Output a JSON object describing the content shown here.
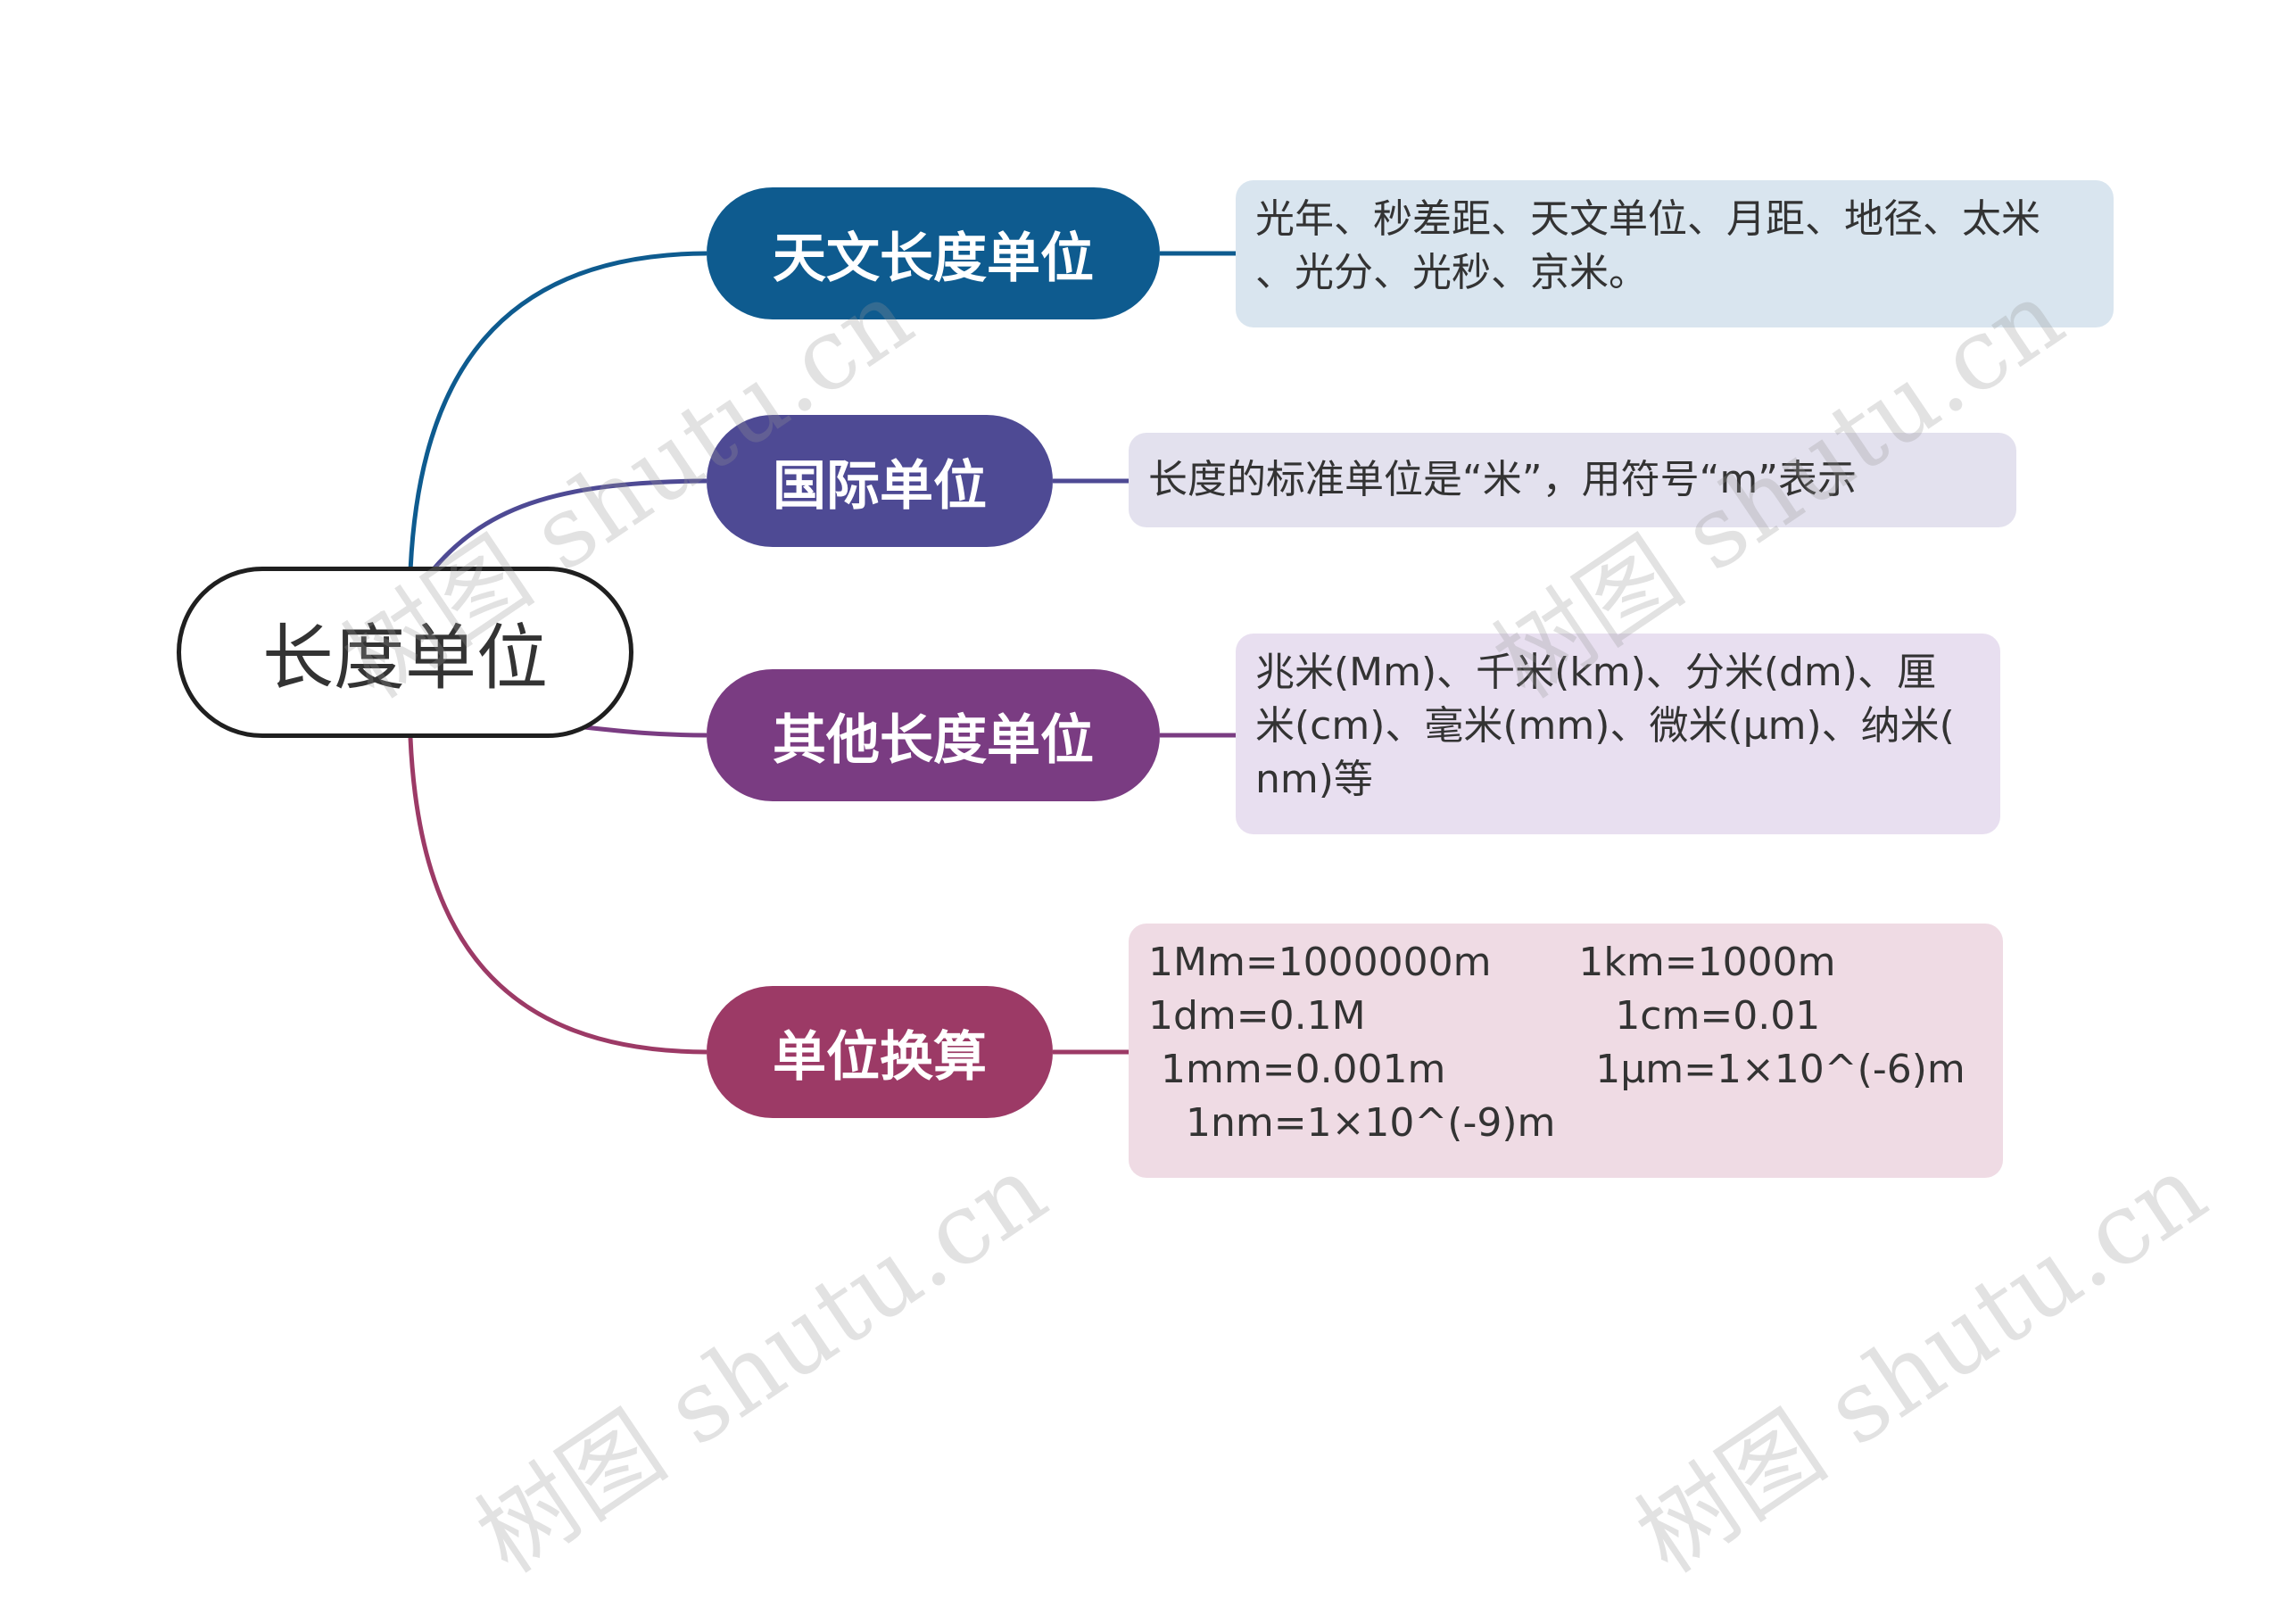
{
  "root": {
    "label": "长度单位"
  },
  "branches": [
    {
      "label": "天文长度单位",
      "color": "#0e5b8f",
      "detail_lines": [
        "光年、秒差距、天文单位、月距、地径、太米",
        "、光分、光秒、京米。"
      ],
      "detail_color": "#d9e5ef"
    },
    {
      "label": "国际单位",
      "color": "#4e4a94",
      "detail_lines": [
        "长度的标准单位是“米”，用符号“m”表示"
      ],
      "detail_color": "#e3e1ee"
    },
    {
      "label": "其他长度单位",
      "color": "#7a3c82",
      "detail_lines": [
        "兆米(Mm)、千米(km)、分米(dm)、厘",
        "米(cm)、毫米(mm)、微米(μm)、纳米(",
        "nm)等"
      ],
      "detail_color": "#e8dff0"
    },
    {
      "label": "单位换算",
      "color": "#9c3a66",
      "detail_lines": [
        "1Mm=1000000m       1km=1000m",
        "1dm=0.1M                    1cm=0.01",
        " 1mm=0.001m            1μm=1×10^(-6)m",
        "   1nm=1×10^(-9)m"
      ],
      "detail_color": "#efdbe4"
    }
  ],
  "watermark": {
    "text": "树图 shutu.cn"
  }
}
